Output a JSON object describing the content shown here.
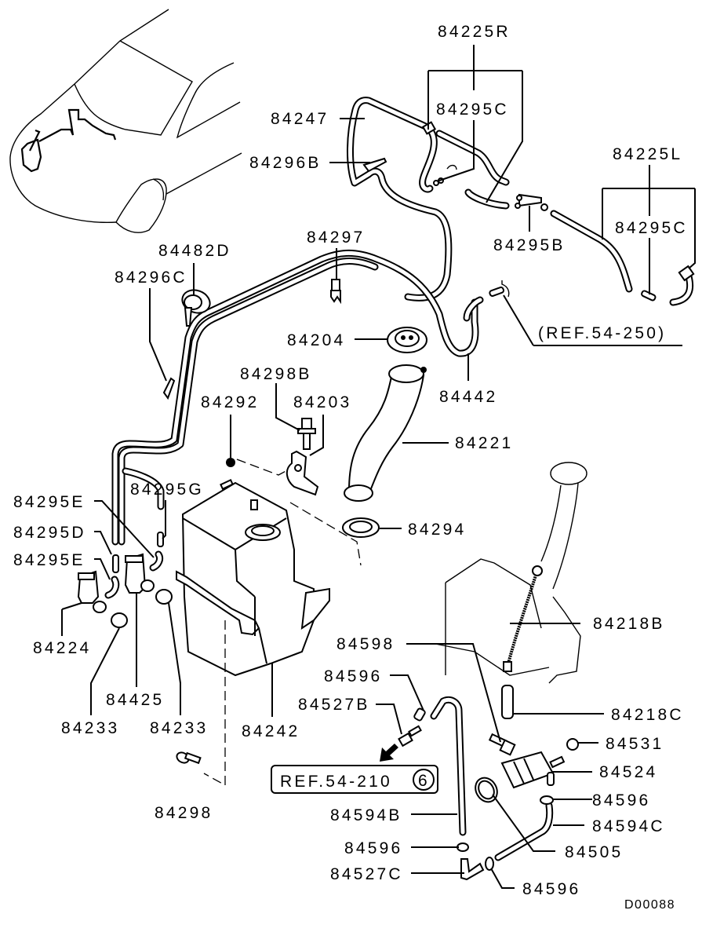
{
  "diagram": {
    "type": "exploded parts diagram",
    "subject": "Windshield washer system",
    "drawing_id": "D00088",
    "parts": [
      {
        "id": "p84225R",
        "label": "84225R"
      },
      {
        "id": "p84295C_r",
        "label": "84295C"
      },
      {
        "id": "p84247",
        "label": "84247"
      },
      {
        "id": "p84296B",
        "label": "84296B"
      },
      {
        "id": "p84225L",
        "label": "84225L"
      },
      {
        "id": "p84295C_l",
        "label": "84295C"
      },
      {
        "id": "p84295B",
        "label": "84295B"
      },
      {
        "id": "p84297",
        "label": "84297"
      },
      {
        "id": "p84482D",
        "label": "84482D"
      },
      {
        "id": "p84296C",
        "label": "84296C"
      },
      {
        "id": "p84204",
        "label": "84204"
      },
      {
        "id": "p84442",
        "label": "84442"
      },
      {
        "id": "p84298B",
        "label": "84298B"
      },
      {
        "id": "p84292",
        "label": "84292"
      },
      {
        "id": "p84203",
        "label": "84203"
      },
      {
        "id": "p84221",
        "label": "84221"
      },
      {
        "id": "p84295G",
        "label": "84295G"
      },
      {
        "id": "p84295E_a",
        "label": "84295E"
      },
      {
        "id": "p84295D",
        "label": "84295D"
      },
      {
        "id": "p84295E_b",
        "label": "84295E"
      },
      {
        "id": "p84294",
        "label": "84294"
      },
      {
        "id": "p84224",
        "label": "84224"
      },
      {
        "id": "p84425",
        "label": "84425"
      },
      {
        "id": "p84233_a",
        "label": "84233"
      },
      {
        "id": "p84233_b",
        "label": "84233"
      },
      {
        "id": "p84242",
        "label": "84242"
      },
      {
        "id": "p84218B",
        "label": "84218B"
      },
      {
        "id": "p84598",
        "label": "84598"
      },
      {
        "id": "p84596_a",
        "label": "84596"
      },
      {
        "id": "p84527B",
        "label": "84527B"
      },
      {
        "id": "p84218C",
        "label": "84218C"
      },
      {
        "id": "p84531",
        "label": "84531"
      },
      {
        "id": "p84524",
        "label": "84524"
      },
      {
        "id": "p84298",
        "label": "84298"
      },
      {
        "id": "p84596_b",
        "label": "84596"
      },
      {
        "id": "p84594B",
        "label": "84594B"
      },
      {
        "id": "p84594C",
        "label": "84594C"
      },
      {
        "id": "p84596_c",
        "label": "84596"
      },
      {
        "id": "p84505",
        "label": "84505"
      },
      {
        "id": "p84527C",
        "label": "84527C"
      },
      {
        "id": "p84596_d",
        "label": "84596"
      }
    ],
    "references": [
      {
        "id": "ref_54_250",
        "label": "(REF.54-250)"
      },
      {
        "id": "ref_54_210",
        "label": "REF.54-210",
        "circled": "6"
      }
    ]
  }
}
